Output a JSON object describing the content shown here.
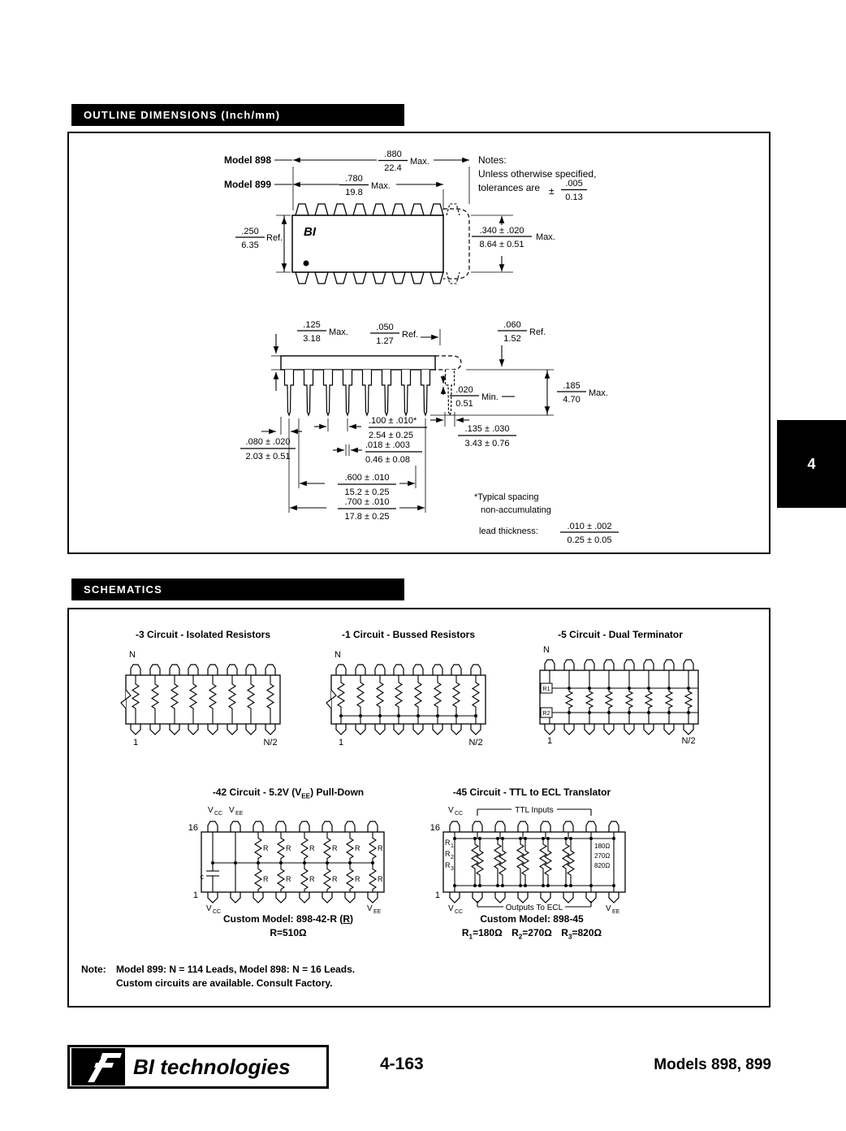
{
  "page": {
    "tab_number": "4",
    "footer": {
      "brand": "BI technologies",
      "page_number": "4-163",
      "models": "Models 898, 899"
    }
  },
  "outline": {
    "section_title": "OUTLINE DIMENSIONS (Inch/mm)",
    "chip_logo": "BI",
    "model898": "Model 898",
    "model899": "Model 899",
    "dim898": {
      "num": ".880",
      "den": "22.4",
      "suffix": "Max."
    },
    "dim899": {
      "num": ".780",
      "den": "19.8",
      "suffix": "Max."
    },
    "notes": {
      "line1": "Notes:",
      "line2": "Unless otherwise specified,",
      "line3": "tolerances are",
      "pm": "±",
      "num": ".005",
      "den": "0.13"
    },
    "dim250": {
      "num": ".250",
      "den": "6.35",
      "suffix": "Ref."
    },
    "dim340": {
      "num": ".340 ± .020",
      "den": "8.64 ± 0.51",
      "suffix": "Max."
    },
    "dim125": {
      "num": ".125",
      "den": "3.18",
      "suffix": "Max."
    },
    "dim050": {
      "num": ".050",
      "den": "1.27",
      "suffix": "Ref."
    },
    "dim060": {
      "num": ".060",
      "den": "1.52",
      "suffix": "Ref."
    },
    "dim020": {
      "num": ".020",
      "den": "0.51",
      "suffix": "Min."
    },
    "dim185": {
      "num": ".185",
      "den": "4.70",
      "suffix": "Max."
    },
    "dim100": {
      "num": ".100 ± .010*",
      "den": "2.54 ± 0.25"
    },
    "dim018": {
      "num": ".018 ± .003",
      "den": "0.46 ± 0.08"
    },
    "dim600": {
      "num": ".600 ± .010",
      "den": "15.2 ± 0.25"
    },
    "dim700": {
      "num": ".700 ± .010",
      "den": "17.8 ± 0.25"
    },
    "dim080": {
      "num": ".080 ± .020",
      "den": "2.03 ± 0.51"
    },
    "dim135": {
      "num": ".135 ± .030",
      "den": "3.43 ± 0.76"
    },
    "typical1": "*Typical spacing",
    "typical2": "non-accumulating",
    "lead_label": "lead thickness:",
    "lead": {
      "num": ".010 ± .002",
      "den": "0.25 ± 0.05"
    }
  },
  "schematics": {
    "section_title": "SCHEMATICS",
    "labels": {
      "v": "V",
      "cc": "CC",
      "ee": "EE",
      "r": "R",
      "n": "N",
      "pin1": "1",
      "pinN2": "N/2",
      "pin16": "16"
    },
    "c3": {
      "title": "-3 Circuit - Isolated Resistors"
    },
    "c1": {
      "title": "-1 Circuit - Bussed Resistors"
    },
    "c5": {
      "title": "-5 Circuit -  Dual Terminator",
      "r1": "R1",
      "r2": "R2"
    },
    "c42": {
      "title_pre": "-42 Circuit - 5.2V (V",
      "title_sub": "EE",
      "title_post": ") Pull-Down",
      "cap": "c",
      "custom_pre": "Custom Model: 898-42-R (",
      "custom_r": "R",
      "custom_post": ")",
      "r_value": "R=510Ω"
    },
    "c45": {
      "title": "-45 Circuit - TTL to ECL Translator",
      "ttl_inputs": "TTL Inputs",
      "outputs": "Outputs To ECL",
      "s1": "1",
      "s2": "2",
      "s3": "3",
      "ohm1": "180Ω",
      "ohm2": "270Ω",
      "ohm3": "820Ω",
      "custom": "Custom Model: 898-45",
      "rv1": "=180Ω",
      "rv2": "=270Ω",
      "rv3": "=820Ω"
    },
    "note_label": "Note:",
    "note_line1": "Model 899: N = 114 Leads, Model 898: N = 16 Leads.",
    "note_line2": "Custom circuits are available.  Consult Factory."
  }
}
